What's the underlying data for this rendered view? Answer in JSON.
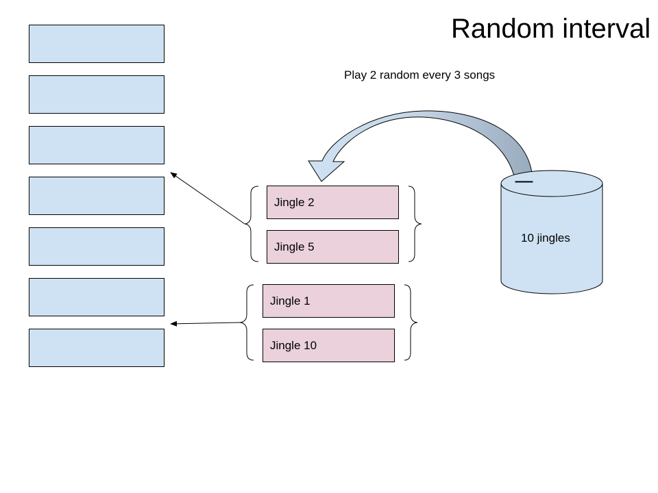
{
  "title": "Random interval",
  "rule": "Play 2 random every 3 songs",
  "pool": {
    "label": "10 jingles"
  },
  "playlist": {
    "slot_count": 7
  },
  "groups": [
    {
      "jingles": [
        "Jingle 2",
        "Jingle 5"
      ]
    },
    {
      "jingles": [
        "Jingle 1",
        "Jingle 10"
      ]
    }
  ],
  "colors": {
    "slot_fill": "#cfe2f3",
    "jingle_fill": "#ead1dc",
    "cylinder_fill": "#cfe2f3",
    "arrow_light": "#cfe2f3",
    "arrow_dark": "#a2b3c3"
  }
}
